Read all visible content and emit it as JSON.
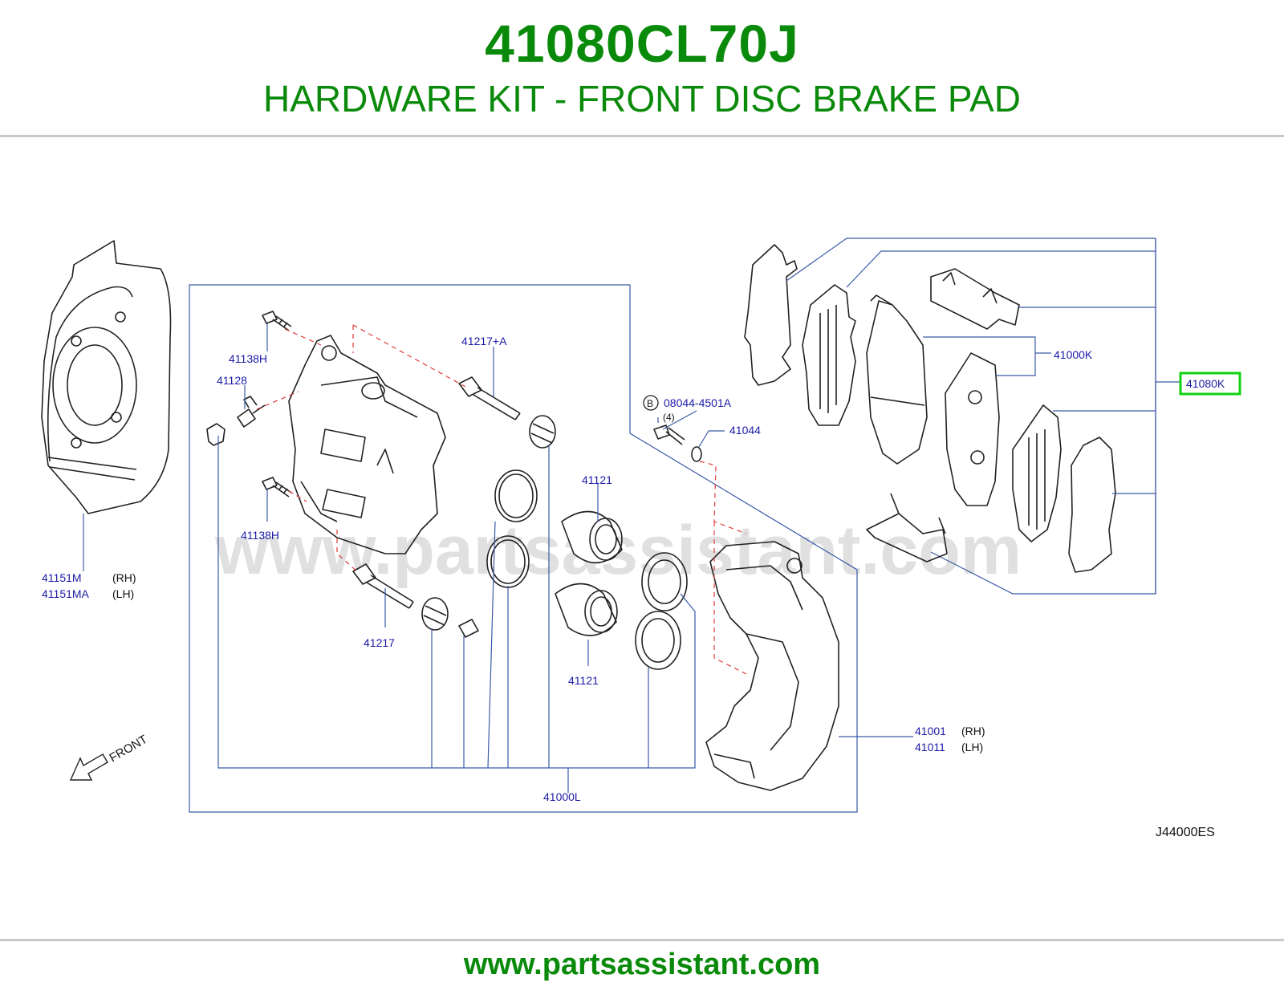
{
  "header": {
    "part_number": "41080CL70J",
    "part_name": "HARDWARE KIT - FRONT DISC BRAKE PAD"
  },
  "footer": {
    "site": "www.partsassistant.com"
  },
  "watermark": "www.partsassistant.com",
  "diagram_code": "J44000ES",
  "callouts": {
    "c41151m": "41151M",
    "c41151m_side": "(RH)",
    "c41151ma": "41151MA",
    "c41151ma_side": "(LH)",
    "c41138h_top": "41138H",
    "c41128": "41128",
    "c41138h_bottom": "41138H",
    "c41217a": "41217+A",
    "c41217": "41217",
    "c41121_top": "41121",
    "c41121_bottom": "41121",
    "c08044_marker": "B",
    "c08044": "08044-4501A",
    "c08044_qty": "(4)",
    "c41044": "41044",
    "c41000k": "41000K",
    "c41080k": "41080K",
    "c41001": "41001",
    "c41001_side": "(RH)",
    "c41011": "41011",
    "c41011_side": "(LH)",
    "c41000l": "41000L",
    "front": "FRONT"
  },
  "colors": {
    "title_green": "#0a8a0a",
    "callout_blue": "#1a1aa8",
    "highlight_green": "#12d012"
  }
}
